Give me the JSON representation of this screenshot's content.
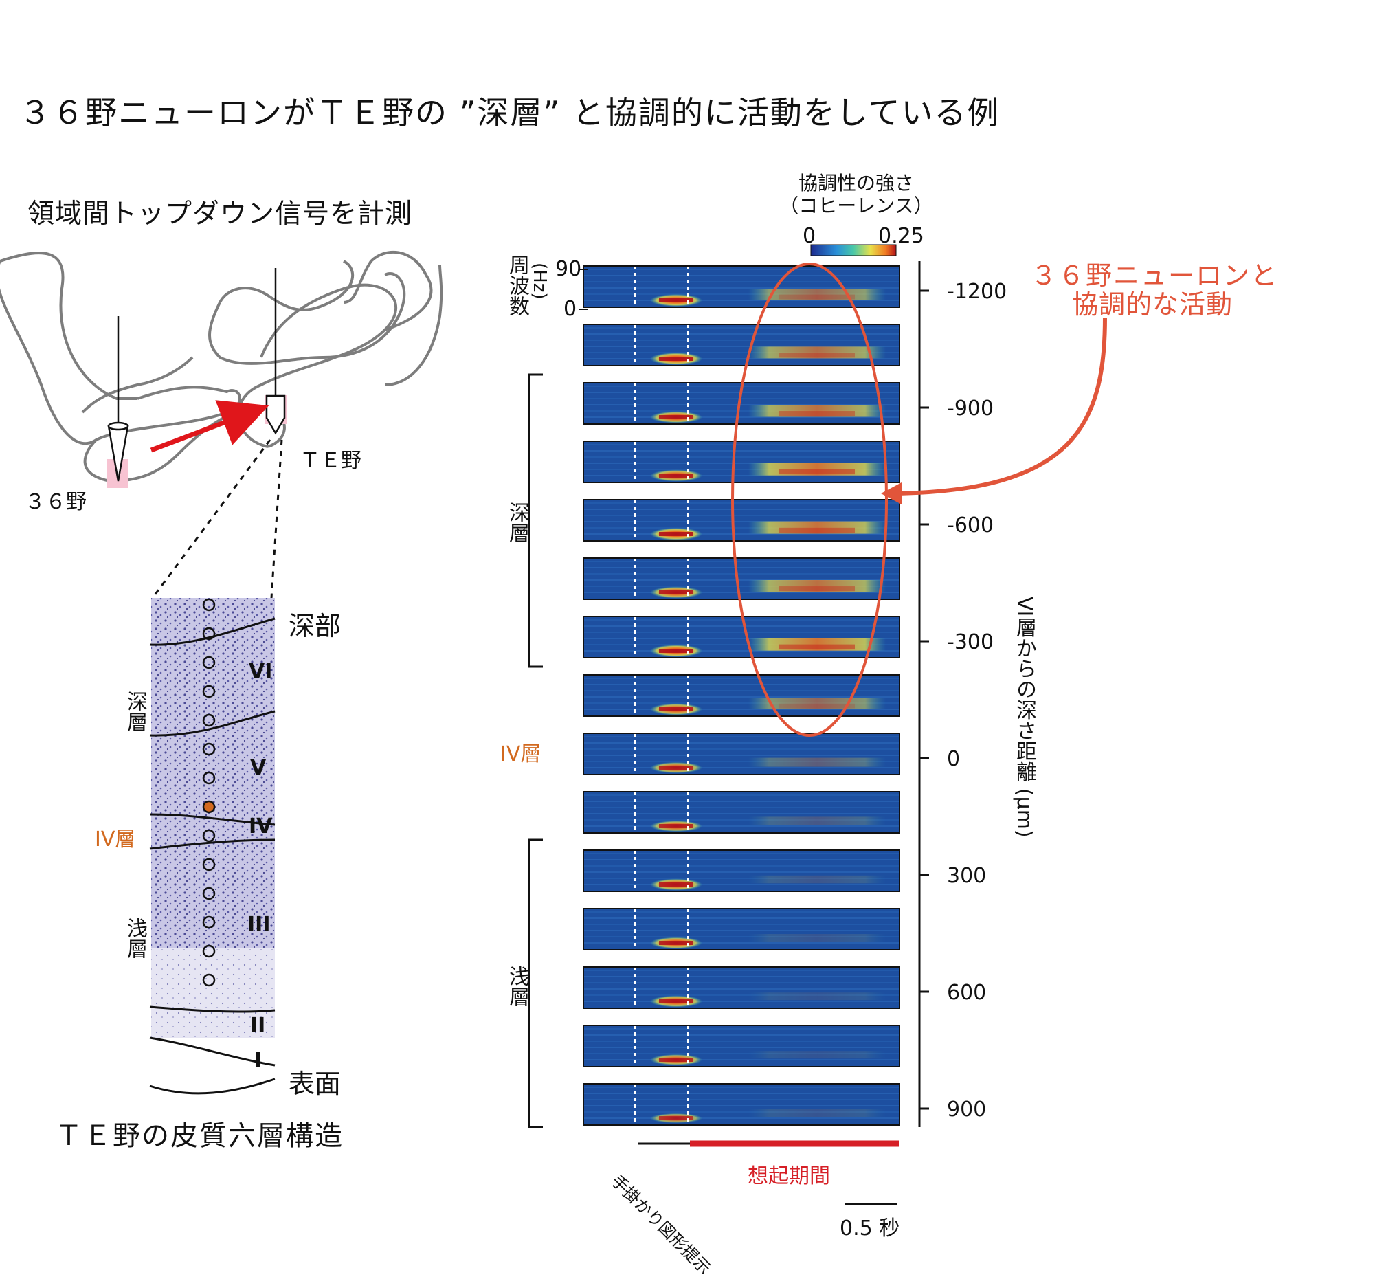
{
  "title": "３６野ニューロンがＴＥ野の ”深層” と協調的に活動をしている例",
  "left_panel": {
    "subtitle": "領域間トップダウン信号を計測",
    "area36_label": "３６野",
    "te_label": "ＴＥ野",
    "section_caption": "ＴＥ野の皮質六層構造",
    "deep_part_label": "深部",
    "surface_label": "表面",
    "deep_layer_label": "深層",
    "iv_layer_label": "IV層",
    "shallow_layer_label": "浅層",
    "layer_numerals": [
      "VI",
      "V",
      "IV",
      "III",
      "II",
      "I"
    ],
    "electrode_count": 14,
    "highlighted_electrode_index": 7
  },
  "right_panel": {
    "colorbar_title_line1": "協調性の強さ",
    "colorbar_title_line2": "（コヒーレンス）",
    "colorbar_min": "0",
    "colorbar_max": "0.25",
    "freq_axis_label": "周波数",
    "freq_axis_unit": "(Hz)",
    "freq_tick_high": "90",
    "freq_tick_low": "0",
    "deep_bracket_label": "深層",
    "iv_label": "IV層",
    "shallow_bracket_label": "浅層",
    "depth_axis_label": "VI層からの深さ距離 (μm)",
    "depth_ticks": [
      "-1200",
      "-900",
      "-600",
      "-300",
      "0",
      "300",
      "600",
      "900"
    ],
    "annotation_line1": "３６野ニューロンと",
    "annotation_line2": "協調的な活動",
    "cue_label": "手掛かり図形提示",
    "recall_label": "想起期間",
    "scale_label": "0.5 秒"
  },
  "chart_data": {
    "type": "heatmap",
    "rows": 15,
    "row_depths_um": [
      -1200,
      -1050,
      -900,
      -750,
      -600,
      -450,
      -300,
      -150,
      0,
      150,
      300,
      450,
      600,
      750,
      900
    ],
    "late_coherence_strength": [
      0.6,
      0.7,
      0.75,
      0.85,
      0.8,
      0.75,
      0.85,
      0.55,
      0.3,
      0.2,
      0.15,
      0.12,
      0.1,
      0.1,
      0.12
    ],
    "cue_burst_strength": [
      1.0,
      1.0,
      0.95,
      0.95,
      1.0,
      0.95,
      1.0,
      0.95,
      0.9,
      0.9,
      0.95,
      0.95,
      0.95,
      0.9,
      0.8
    ],
    "freq_range_hz": [
      0,
      90
    ],
    "depth_range_um": [
      -1200,
      900
    ],
    "colorbar_range": [
      0,
      0.25
    ]
  },
  "colors": {
    "arrow_red": "#e0161b",
    "annotation_red": "#e1553a",
    "orange": "#d2691e",
    "recall_bar": "#d61f26",
    "outline_gray": "#7d7d7d",
    "tissue": "#b9b6df",
    "heatmap_bg": "#1d4fa0"
  }
}
